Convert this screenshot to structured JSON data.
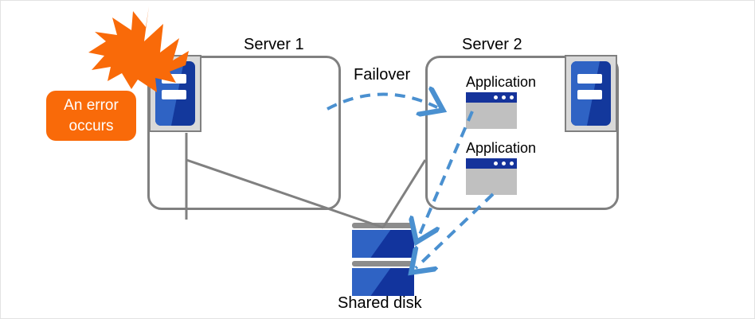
{
  "diagram": {
    "title_server1": "Server 1",
    "title_server2": "Server 2",
    "failover_label": "Failover",
    "shared_disk_label": "Shared disk",
    "error_line1": "An error",
    "error_line2": "occurs",
    "applications": [
      {
        "label": "Application"
      },
      {
        "label": "Application"
      }
    ],
    "colors": {
      "error_orange": "#f96a09",
      "burst_orange": "#f96a09",
      "box_gray": "#808080",
      "arrow_blue": "#4a90d0",
      "icon_blue_dark": "#12349d",
      "icon_blue_light": "#2f63c4",
      "app_body_gray": "#c0c0c0",
      "app_title_blue": "#15339b",
      "disk_cap_gray": "#8c8c8c",
      "text_black": "#000000"
    }
  }
}
